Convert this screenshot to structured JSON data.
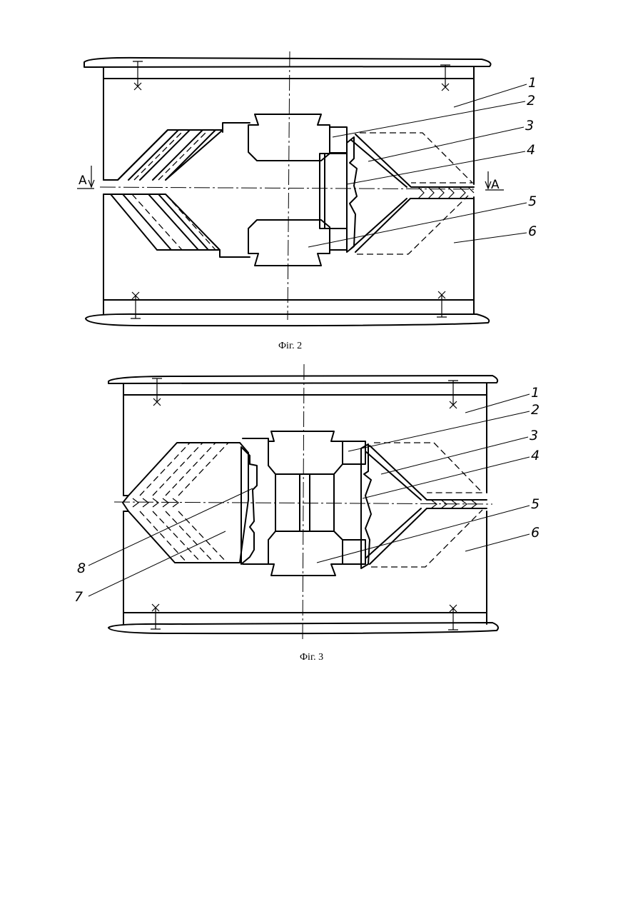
{
  "figures": [
    {
      "caption": "Фіг. 2",
      "section_mark": "А",
      "labels": [
        "1",
        "2",
        "3",
        "4",
        "5",
        "6"
      ]
    },
    {
      "caption": "Фіг. 3",
      "labels": [
        "1",
        "2",
        "3",
        "4",
        "5",
        "6",
        "7",
        "8"
      ]
    }
  ]
}
